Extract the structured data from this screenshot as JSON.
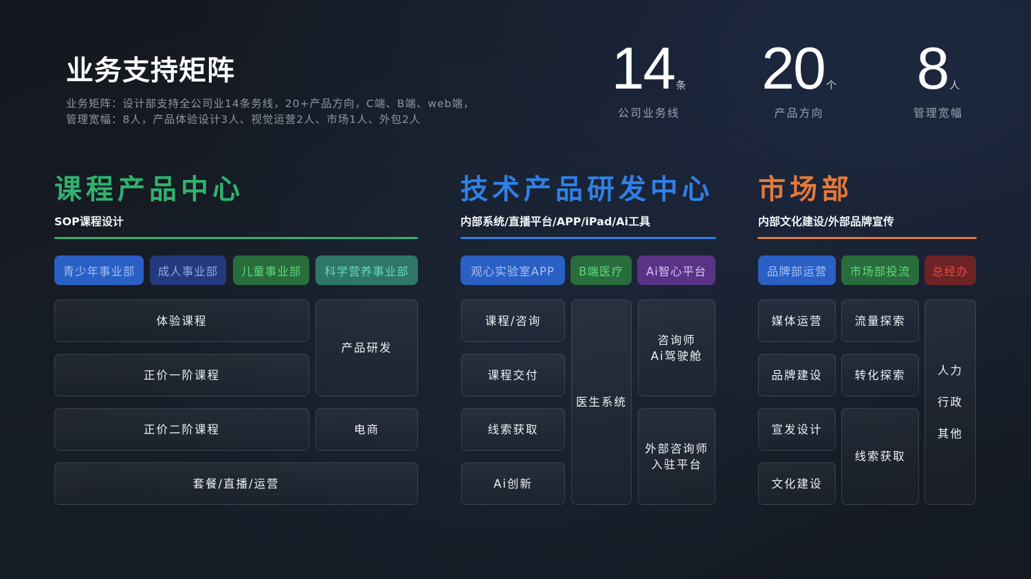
{
  "header": {
    "title": "业务支持矩阵",
    "desc_line1": "业务矩阵：设计部支持全公司业14条务线，20+产品方向，C端、B端、web端，",
    "desc_line2": "管理宽幅：8人，产品体验设计3人、视觉运营2人、市场1人、外包2人"
  },
  "stats": [
    {
      "value": "14",
      "unit": "条",
      "label": "公司业务线"
    },
    {
      "value": "20",
      "unit": "个",
      "label": "产品方向"
    },
    {
      "value": "8",
      "unit": "人",
      "label": "管理宽幅"
    }
  ],
  "sections": [
    {
      "title": "课程产品中心",
      "subtitle": "SOP课程设计",
      "color": "#2fb36e",
      "tags": [
        "青少年事业部",
        "成人事业部",
        "儿童事业部",
        "科学营养事业部"
      ],
      "cards": [
        "体验课程",
        "产品研发",
        "正价一阶课程",
        "正价二阶课程",
        "电商",
        "套餐/直播/运营"
      ]
    },
    {
      "title": "技术产品研发中心",
      "subtitle": "内部系统/直播平台/APP/iPad/Ai工具",
      "color": "#2f80e6",
      "tags": [
        "观心实验室APP",
        "B端医疗",
        "Ai智心平台"
      ],
      "cards": [
        "课程/咨询",
        "课程交付",
        "线索获取",
        "Ai创新",
        "医生系统",
        "咨询师",
        "Ai驾驶舱",
        "外部咨询师",
        "入驻平台"
      ]
    },
    {
      "title": "市场部",
      "subtitle": "内部文化建设/外部品牌宣传",
      "color": "#e27a3c",
      "tags": [
        "品牌部运营",
        "市场部投流",
        "总经办"
      ],
      "cards": [
        "媒体运营",
        "品牌建设",
        "宣发设计",
        "文化建设",
        "流量探索",
        "转化探索",
        "线索获取",
        "人力",
        "行政",
        "其他"
      ]
    }
  ]
}
